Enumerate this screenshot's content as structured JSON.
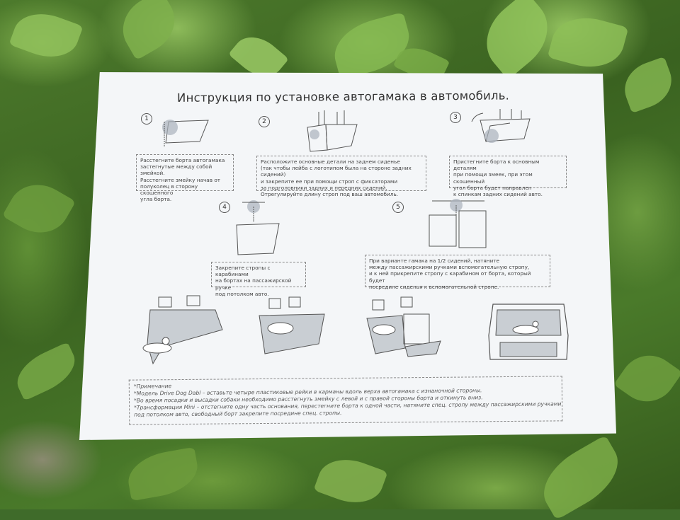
{
  "sheet": {
    "title": "Инструкция по установке автогамака в автомобиль.",
    "steps": [
      {
        "number": "1",
        "caption": "Расстегните борта автогамака\nзастегнутые между собой змейкой.\nРасстегните змейку начав от\nполуколец в сторону скошенного\nугла борта."
      },
      {
        "number": "2",
        "caption": "Расположите основные детали на заднем сиденье\n(так чтобы лейба с логотипом была на стороне задних сидений)\nи закрепите ее при помощи строп с фиксаторами\nза подголовники задних и передних сидений.\nОтрегулируйте длину строп под ваш автомобиль."
      },
      {
        "number": "3",
        "caption": "Пристегните борта к основным деталям\nпри помощи змеек, при этом скошенный\nугол борта будет направлен\nк спинкам задних сидений авто."
      },
      {
        "number": "4",
        "caption": "Закрепите стропы с карабинами\nна бортах на пассажирской ручке\nпод потолком авто."
      },
      {
        "number": "5",
        "caption": "При варианте гамака на 1/2 сидений, натяните\nмежду пассажирскими ручками вспомогательную стропу,\nи к ней прикрепите стропу с карабином от борта, который будет\nпосредине сиденья к вспомогательной стропе."
      }
    ],
    "note": {
      "heading": "*Примечание",
      "lines": [
        "*Модель Drive Dog Dabl – вставьте четыре пластиковые рейки в карманы вдоль верха автогамака с изнаночной стороны.",
        "*Во время посадки и высадки собаки необходимо расстегнуть змейку с левой и с правой стороны борта и откинуть вниз.",
        "*Трансформация Mini – отстегните одну часть основания, перестегните борта к одной части, натяните спец. стропу между пассажирскими   ручками",
        "под потолком авто, свободный борт закрепите посредине спец. стропы."
      ]
    }
  },
  "colors": {
    "paper": "#f4f6f8",
    "ink": "#444444",
    "grass": "#4d7a2c"
  },
  "icons": [
    "seat-cover-icon",
    "car-seat-icon",
    "dog-icon",
    "car-trunk-icon",
    "carabiner-icon"
  ]
}
